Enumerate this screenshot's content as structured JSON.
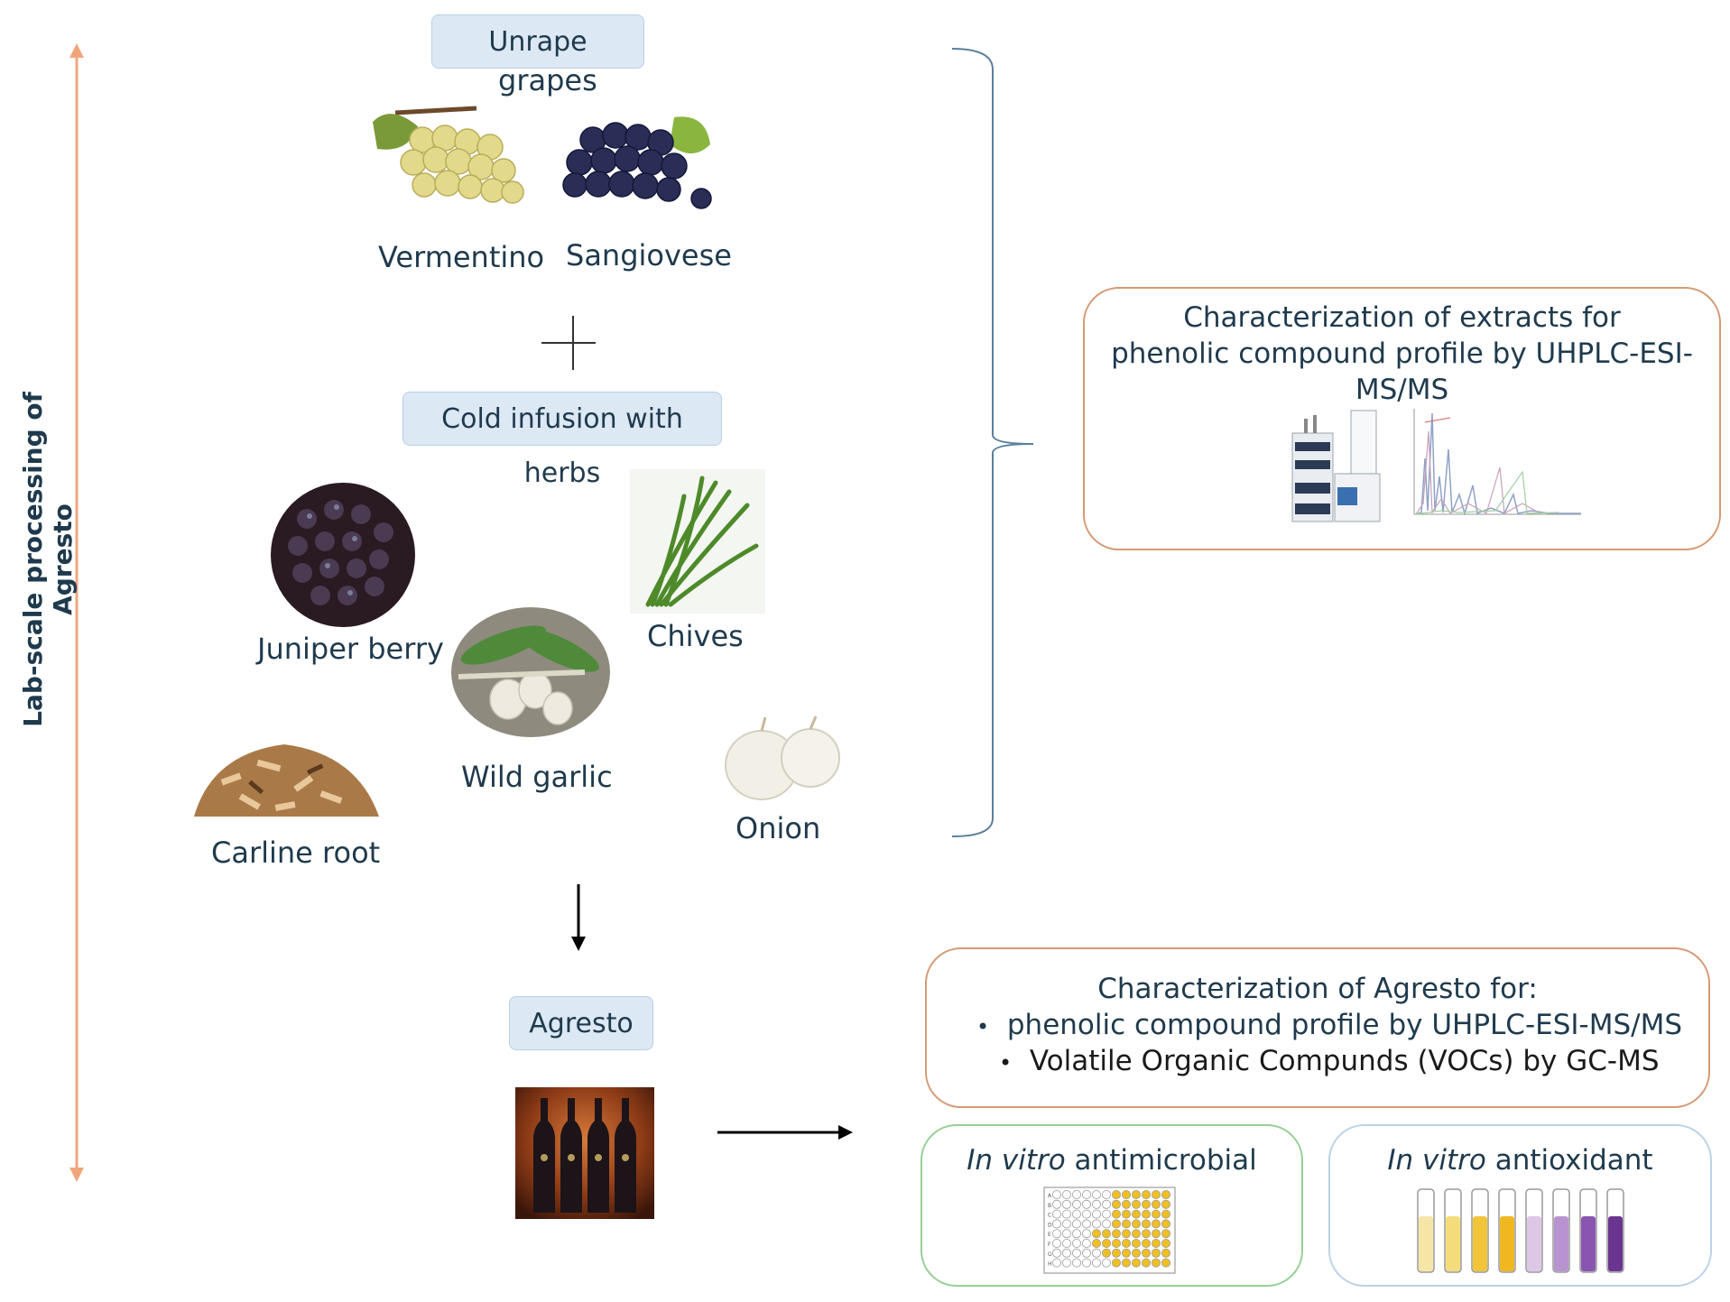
{
  "side_label": "Lab-scale processing of Agresto",
  "unripe": {
    "label_line1": "Unrape",
    "label_line2": "grapes"
  },
  "grapes": [
    {
      "name": "Vermentino"
    },
    {
      "name": "Sangiovese"
    }
  ],
  "infusion_label": "Cold infusion with herbs",
  "herbs": [
    {
      "name": "Juniper berry"
    },
    {
      "name": "Chives"
    },
    {
      "name": "Wild garlic"
    },
    {
      "name": "Carline root"
    },
    {
      "name": "Onion"
    }
  ],
  "agresto_label": "Agresto",
  "extract_box": {
    "line1": "Characterization of extracts for",
    "line2": "phenolic compound profile by UHPLC-ESI-",
    "line3": "MS/MS"
  },
  "agresto_box": {
    "title": "Characterization of Agresto for:",
    "bullets": [
      "phenolic compound profile by UHPLC-ESI-MS/MS",
      "Volatile Organic Compunds (VOCs)  by GC-MS"
    ]
  },
  "antimicrobial": {
    "italic": "In vitro",
    "rest": " antimicrobial"
  },
  "antioxidant": {
    "italic": "In vitro",
    "rest": " antioxidant"
  },
  "colors": {
    "arrow_side": "#f0a67c",
    "text": "#1f3a4d",
    "bracket": "#5b7f99"
  },
  "well_plate_rows": [
    "A",
    "B",
    "C",
    "D",
    "E",
    "F",
    "G",
    "H"
  ]
}
